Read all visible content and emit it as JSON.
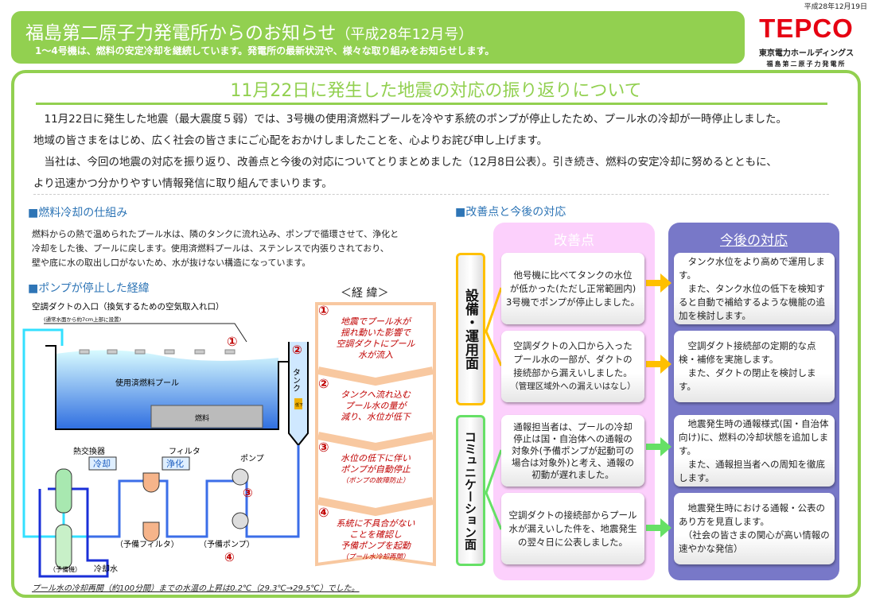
{
  "date": "平成28年12月19日",
  "header": {
    "title": "福島第二原子力発電所からのお知らせ",
    "issue": "（平成28年12月号）",
    "subtitle": "1～4号機は、燃料の安定冷却を継続しています。発電所の最新状況や、様々な取り組みをお知らせします。"
  },
  "logo": {
    "mark": "TEPCO",
    "company": "東京電力ホールディングス",
    "station": "福島第二原子力発電所"
  },
  "headline": "11月22日に発生した地震の対応の振り返りについて",
  "intro": [
    "　11月22日に発生した地震（最大震度５弱）では、3号機の使用済燃料プールを冷やす系統のポンプが停止したため、プール水の冷却が一時停止しました。",
    "地域の皆さまをはじめ、広く社会の皆さまにご心配をおかけしましたことを、心よりお詫び申し上げます。",
    "　当社は、今回の地震の対応を振り返り、改善点と今後の対応についてとりまとめました（12月8日公表）。引き続き、燃料の安定冷却に努めるとともに、",
    "より迅速かつ分かりやすい情報発信に取り組んでまいります。"
  ],
  "cooling": {
    "heading": "■燃料冷却の仕組み",
    "lines": [
      "燃料からの熱で温められたプール水は、隣のタンクに流れ込み、ポンプで循環させて、浄化と",
      "冷却をした後、プールに戻します。使用済燃料プールは、ステンレスで内張りされており、",
      "壁や底に水の取出し口がないため、水が抜けない構造になっています。"
    ]
  },
  "pump": {
    "heading": "■ポンプが停止した経緯",
    "diagram": {
      "duct_label": "空調ダクトの入口（換気するための空気取入れ口）",
      "duct_note": "(通常水面から約7cm上部に設置)",
      "pool": "使用済燃料プール",
      "fuel": "燃料",
      "tank": "タンク",
      "drop": "低下",
      "heat_exchanger": "熱交換器",
      "cooling": "冷却",
      "filter": "フィルタ",
      "purify": "浄化",
      "pump": "ポンプ",
      "spare_filter": "（予備フィルタ）",
      "spare_pump": "（予備ポンプ）",
      "spare_unit": "（予備機）",
      "cooling_water": "冷却水",
      "n1": "①",
      "n2": "②",
      "n3": "③",
      "n4": "④"
    },
    "flow_title": "＜経 緯＞",
    "steps": [
      {
        "num": "①",
        "lines": [
          "地震でプール水が",
          "揺れ動いた影響で",
          "空調ダクトにプール",
          "水が流入"
        ],
        "note": ""
      },
      {
        "num": "②",
        "lines": [
          "タンクへ流れ込む",
          "プール水の量が",
          "減り、水位が低下"
        ],
        "note": ""
      },
      {
        "num": "③",
        "lines": [
          "水位の低下に伴い",
          "ポンプが自動停止"
        ],
        "note": "（ポンプの故障防止）"
      },
      {
        "num": "④",
        "lines": [
          "系統に不具合がない",
          "ことを確認し",
          "予備ポンプを起動"
        ],
        "note": "（プール水冷却再開）"
      }
    ],
    "footnote": "プール水の冷却再開（約100分間）までの水温の上昇は0.2℃（29.3℃→29.5℃）でした。"
  },
  "improve": {
    "heading": "■改善点と今後の対応",
    "col_left": "改善点",
    "col_right": "今後の対応",
    "groups": [
      {
        "label": "設備・運用面",
        "color": "#ffc000",
        "rows": [
          {
            "point": [
              "他号機に比べてタンクの水位",
              "が低かった(ただし正常範囲内)",
              "3号機でポンプが停止しました。"
            ],
            "action": [
              "　タンク水位をより高めで運用します。",
              "　また、タンク水位の低下を検知すると自動で補給するような機能の追加を検討します。"
            ]
          },
          {
            "point": [
              "空調ダクトの入口から入った",
              "プール水の一部が、ダクトの",
              "接続部から漏えいしました。",
              "（管理区域外への漏えいはなし）"
            ],
            "action": [
              "　空調ダクト接続部の定期的な点検・補修を実施します。",
              "　また、ダクトの閉止を検討します。"
            ]
          }
        ]
      },
      {
        "label": "コミュニケーション面",
        "color": "#66e066",
        "rows": [
          {
            "point": [
              "通報担当者は、プールの冷却",
              "停止は国・自治体への通報の",
              "対象外(予備ポンプが起動可の",
              "場合は対象外)と考え、通報の",
              "初動が遅れました。"
            ],
            "action": [
              "　地震発生時の通報様式(国・自治体向け)に、燃料の冷却状態を追加します。",
              "　また、通報担当者への周知を徹底します。"
            ]
          },
          {
            "point": [
              "空調ダクトの接続部からプール",
              "水が漏えいした件を、地震発生",
              "の翌々日に公表しました。"
            ],
            "action": [
              "　地震発生時における通報・公表のあり方を見直します。",
              "　（社会の皆さまの関心が高い情報の速やかな発信）"
            ]
          }
        ]
      }
    ]
  },
  "colors": {
    "green": "#92d050",
    "blue": "#2e75b6",
    "red": "#c00000",
    "pink": "#fcd0fc",
    "purple": "#7878c8",
    "tepco": "#e60012"
  }
}
